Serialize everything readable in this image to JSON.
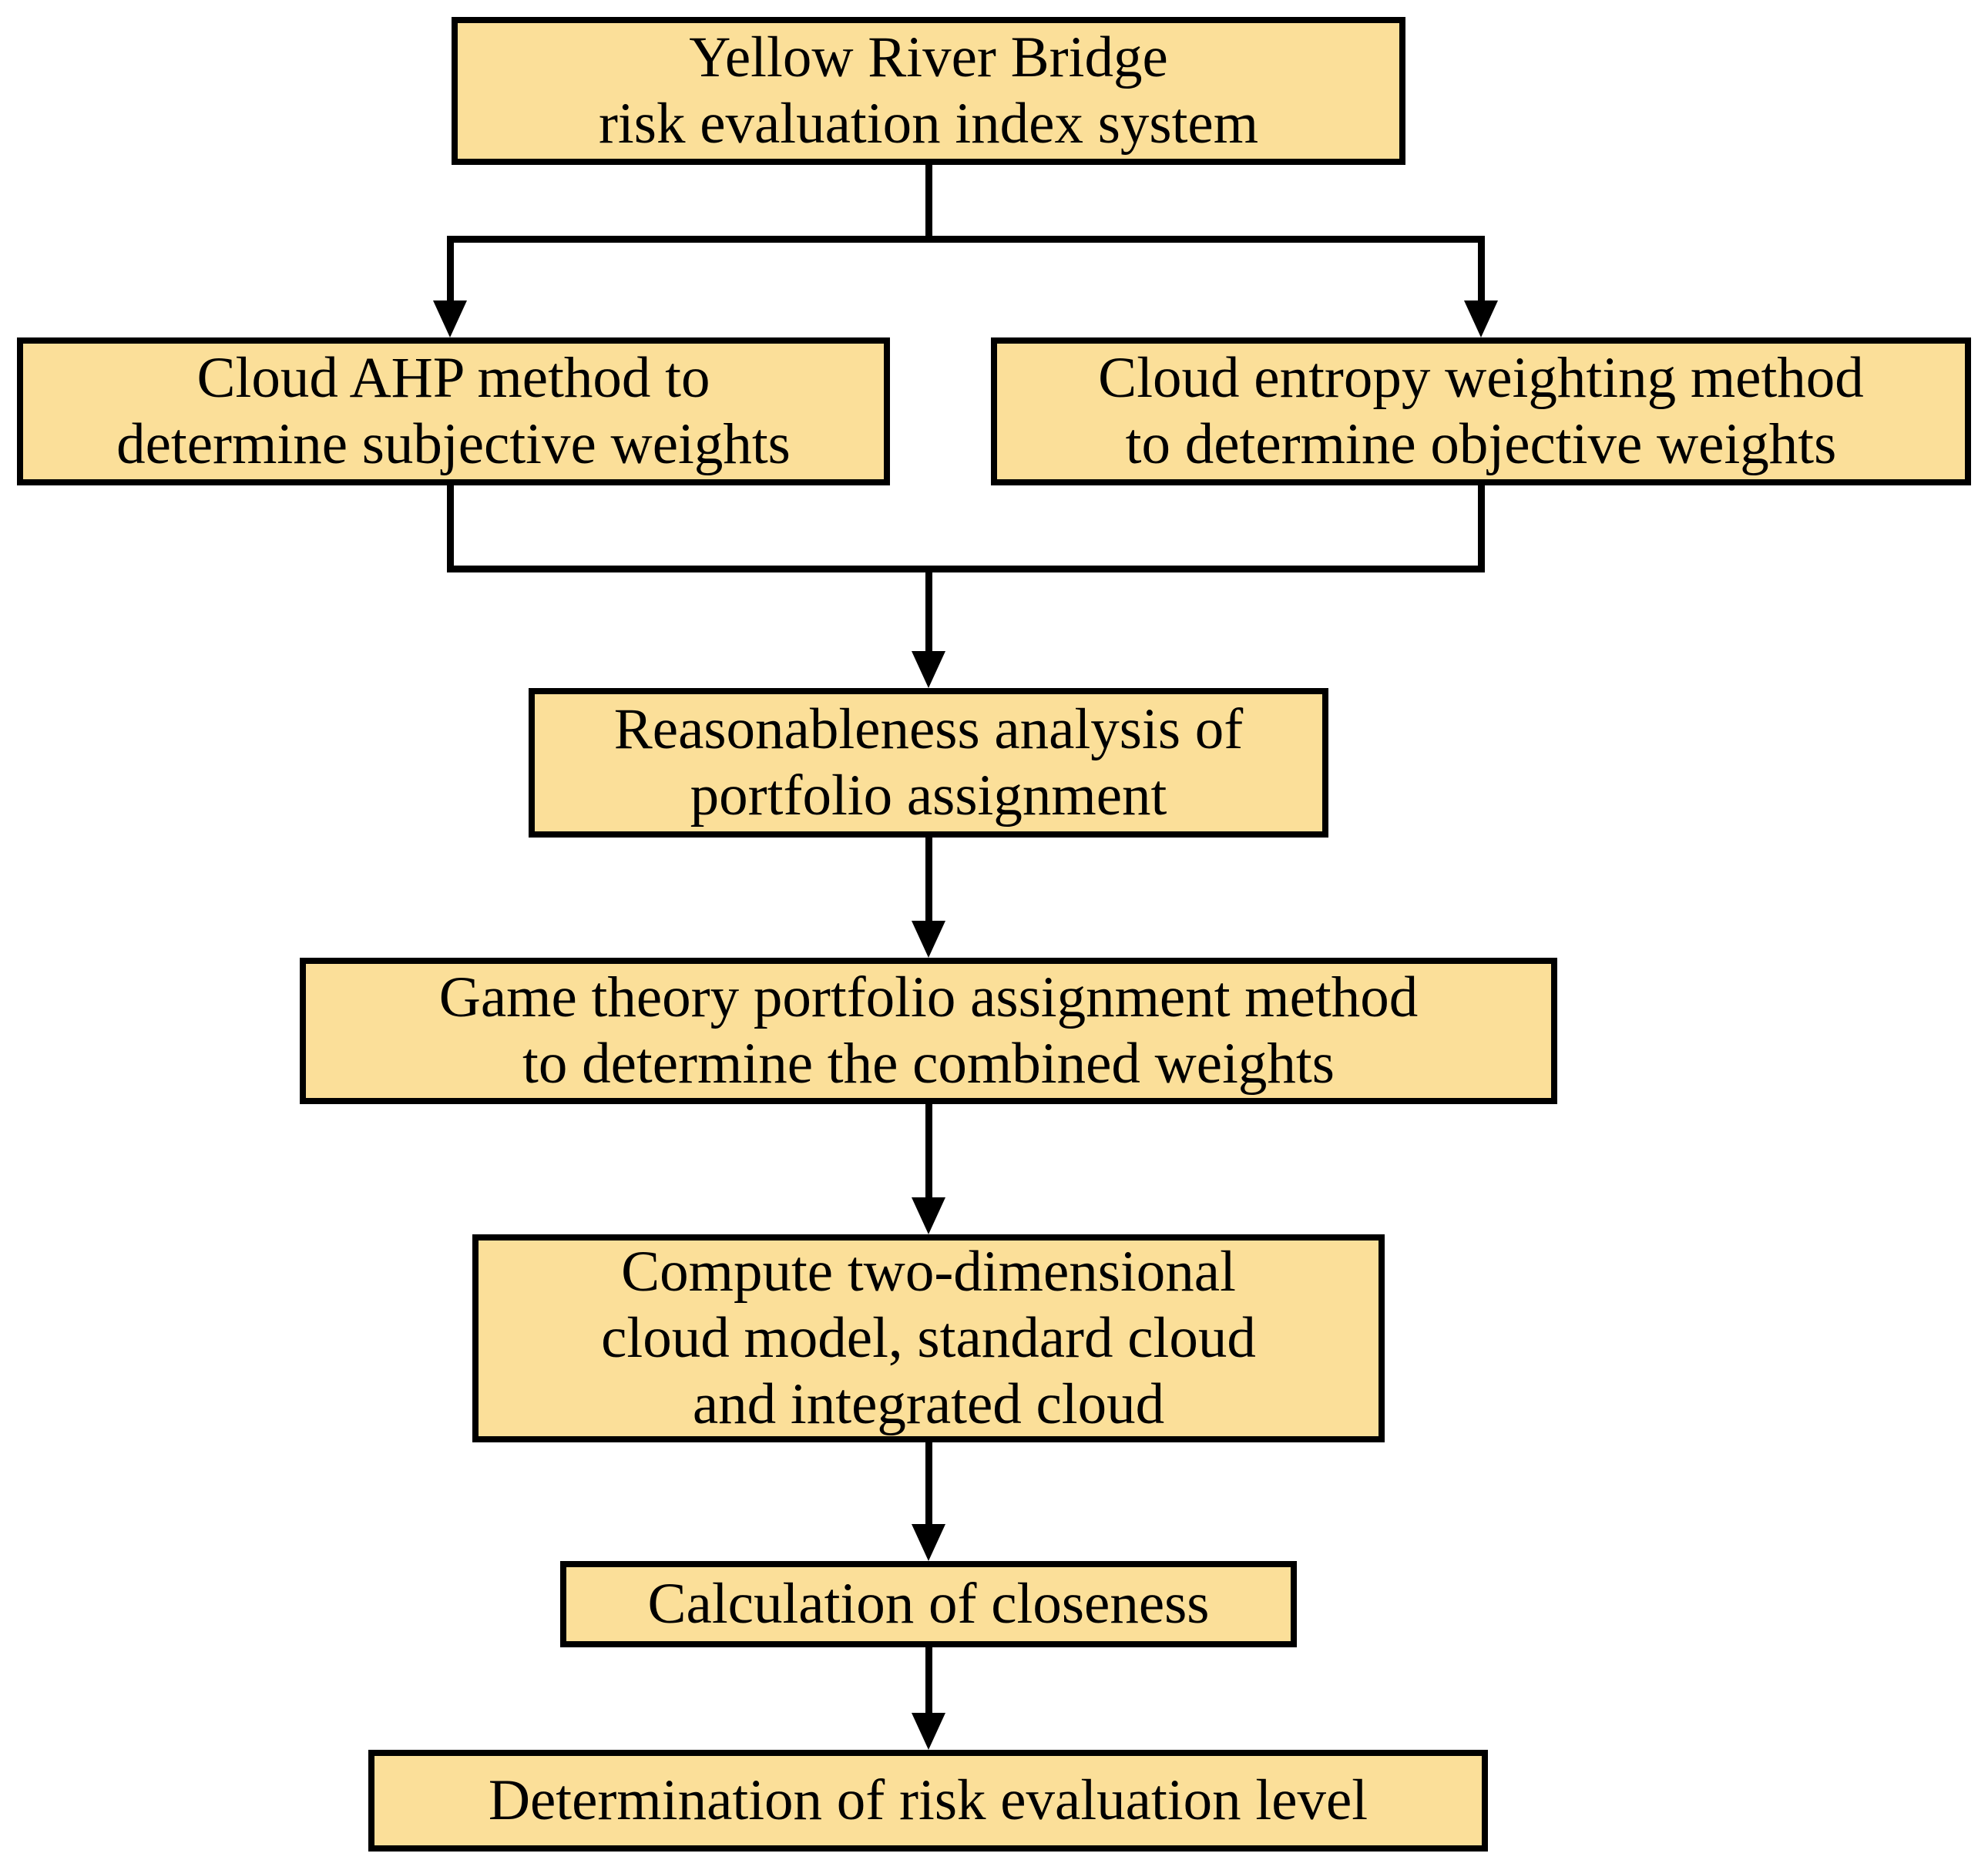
{
  "diagram_type": "flowchart",
  "colors": {
    "node_fill": "#FBDF99",
    "node_border": "#000000",
    "connector": "#000000",
    "background": "#FFFFFF"
  },
  "nodes": [
    {
      "id": "index-system",
      "lines": [
        "Yellow River Bridge",
        "risk evaluation index system"
      ]
    },
    {
      "id": "cloud-ahp",
      "lines": [
        "Cloud AHP method to",
        "determine subjective weights"
      ]
    },
    {
      "id": "cloud-entropy",
      "lines": [
        "Cloud entropy weighting method",
        "to determine objective weights"
      ]
    },
    {
      "id": "reasonableness",
      "lines": [
        "Reasonableness analysis of",
        "portfolio assignment"
      ]
    },
    {
      "id": "game-theory",
      "lines": [
        "Game theory portfolio assignment method",
        "to determine the combined weights"
      ]
    },
    {
      "id": "compute-cloud",
      "lines": [
        "Compute two-dimensional",
        "cloud model, standard cloud",
        "and integrated cloud"
      ]
    },
    {
      "id": "closeness",
      "lines": [
        "Calculation of closeness"
      ]
    },
    {
      "id": "risk-level",
      "lines": [
        "Determination of risk evaluation level"
      ]
    }
  ],
  "edges": [
    {
      "from": "index-system",
      "to": "cloud-ahp"
    },
    {
      "from": "index-system",
      "to": "cloud-entropy"
    },
    {
      "from": "cloud-ahp",
      "to": "reasonableness"
    },
    {
      "from": "cloud-entropy",
      "to": "reasonableness"
    },
    {
      "from": "reasonableness",
      "to": "game-theory"
    },
    {
      "from": "game-theory",
      "to": "compute-cloud"
    },
    {
      "from": "compute-cloud",
      "to": "closeness"
    },
    {
      "from": "closeness",
      "to": "risk-level"
    }
  ]
}
